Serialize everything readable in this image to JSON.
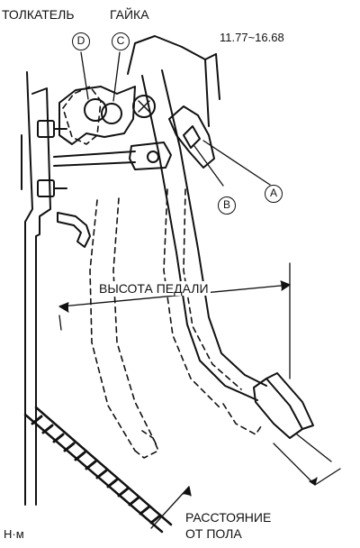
{
  "labels": {
    "pusher": "ТОЛКАТЕЛЬ",
    "nut": "ГАЙКА",
    "torque": "11.77~16.68",
    "pedal_height": "ВЫСОТА ПЕДАЛИ",
    "floor_distance_line1": "РАССТОЯНИЕ",
    "floor_distance_line2": "ОТ ПОЛА",
    "unit": "Н·м"
  },
  "markers": {
    "d": "D",
    "c": "C",
    "b": "B",
    "a": "A"
  },
  "colors": {
    "ink": "#111111",
    "paper": "#ffffff"
  }
}
